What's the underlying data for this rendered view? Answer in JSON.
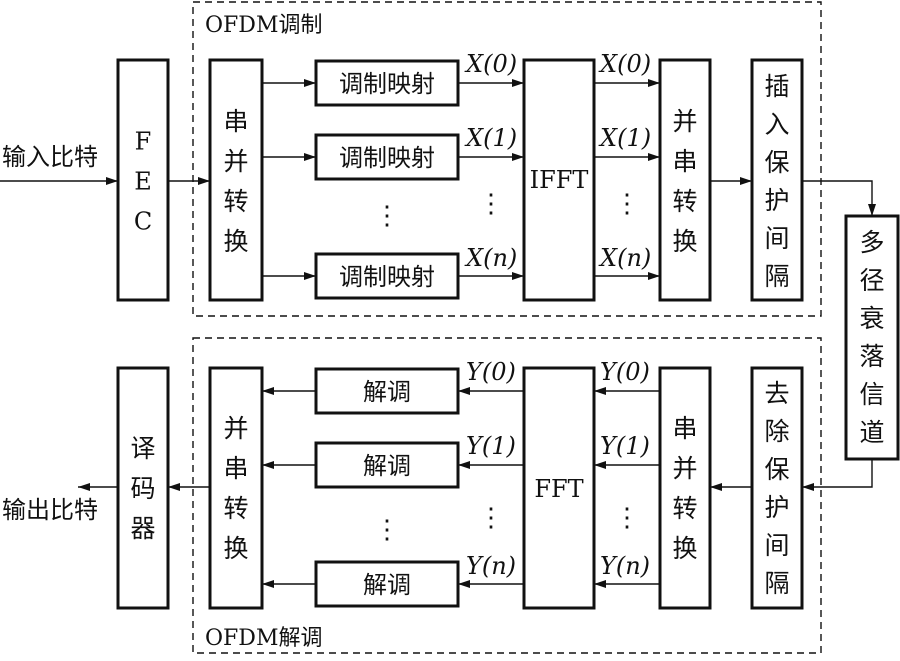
{
  "modulation_group": {
    "title": "OFDM调制",
    "fec": "F E C",
    "serial_to_parallel": "串并转换",
    "mapper": "调制映射",
    "ifft": "IFFT",
    "parallel_to_serial": "并串转换",
    "insert_guard": "插入保护间隔",
    "ifft_input_labels": [
      "X(0)",
      "X(1)",
      "X(n)"
    ],
    "ifft_output_labels": [
      "X(0)",
      "X(1)",
      "X(n)"
    ],
    "dots": "⋮"
  },
  "channel": "多径衰落信道",
  "demodulation_group": {
    "title": "OFDM解调",
    "remove_guard": "去除保护间隔",
    "serial_to_parallel": "串并转换",
    "fft": "FFT",
    "demodulator": "解调",
    "parallel_to_serial": "并串转换",
    "decoder": "译码器",
    "fft_input_labels": [
      "Y(0)",
      "Y(1)",
      "Y(n)"
    ],
    "fft_output_labels": [
      "Y(0)",
      "Y(1)",
      "Y(n)"
    ],
    "dots": "⋮"
  },
  "input_label": "输入比特",
  "output_label": "输出比特"
}
